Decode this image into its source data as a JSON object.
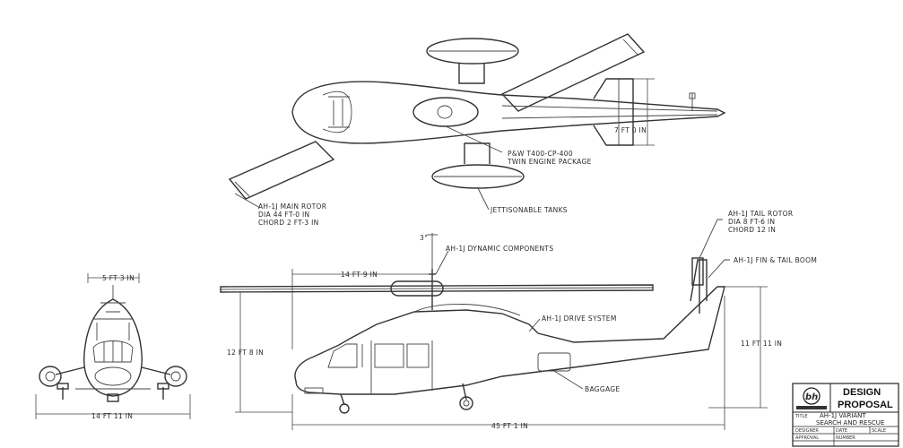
{
  "labels": {
    "engine_package": [
      "P&W T400-CP-400",
      "TWIN ENGINE PACKAGE"
    ],
    "jettisonable_tanks": "JETTISONABLE TANKS",
    "main_rotor": [
      "AH-1J MAIN ROTOR",
      "DIA 44 FT-0 IN",
      "CHORD 2 FT-3 IN"
    ],
    "tail_rotor": [
      "AH-1J TAIL ROTOR",
      "DIA 8 FT-6 IN",
      "CHORD 12 IN"
    ],
    "fin_tail_boom": "AH-1J FIN & TAIL BOOM",
    "dynamic_components": "AH-1J DYNAMIC COMPONENTS",
    "drive_system": "AH-1J DRIVE SYSTEM",
    "baggage": "BAGGAGE"
  },
  "dimensions": {
    "top_stab_span": "7 FT 0 IN",
    "front_top_width": "5 FT 3 IN",
    "front_bottom_width": "14 FT 11 IN",
    "rotor_offset": "14 FT 9 IN",
    "height": "12 FT 8 IN",
    "tail_height": "11 FT 11 IN",
    "overall_length": "45 FT 1 IN",
    "mast_tilt": "3°"
  },
  "title_block": {
    "logo": "bh",
    "heading": [
      "DESIGN",
      "PROPOSAL"
    ],
    "title_label": "TITLE",
    "title": [
      "AH-1J VARIANT",
      "SEARCH AND RESCUE"
    ],
    "field_labels": [
      "DESIGNER",
      "DATE",
      "SCALE",
      "APPROVAL",
      "NUMBER"
    ]
  }
}
